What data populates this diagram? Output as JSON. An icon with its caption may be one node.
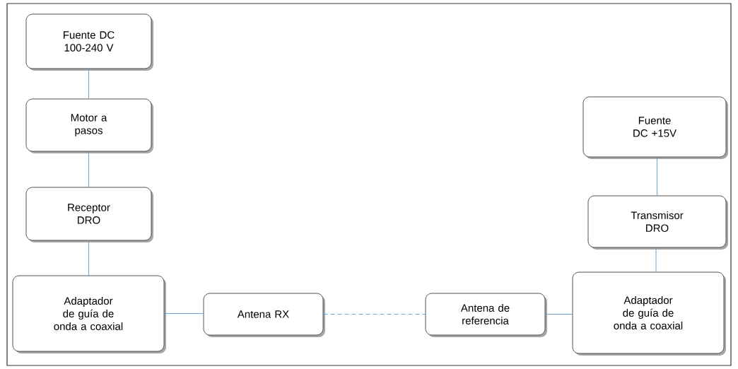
{
  "diagram": {
    "nodes": [
      {
        "text": [
          "Fuente DC 100-240 V"
        ]
      },
      {
        "text": [
          "Motor a pasos"
        ]
      },
      {
        "text": [
          "Receptor DRO"
        ]
      },
      {
        "text": [
          "Adaptador de guía de onda a coaxial"
        ]
      },
      {
        "text": [
          "Antena RX"
        ]
      },
      {
        "text": [
          "Antena de referencia"
        ]
      },
      {
        "text": [
          "Adaptador de guía de onda a coaxial"
        ]
      },
      {
        "text": [
          "Transmisor DRO"
        ]
      },
      {
        "text": [
          "Fuente DC +15V"
        ]
      }
    ],
    "edges": [
      {
        "from": 0,
        "to": 1,
        "arrow": "none"
      },
      {
        "from": 1,
        "to": 2,
        "arrow": "none"
      },
      {
        "from": 2,
        "to": 3,
        "arrow": "none"
      },
      {
        "from": 3,
        "to": 4,
        "arrow": "none"
      },
      {
        "from": 4,
        "to": 5,
        "arrow": "none",
        "style": "dashed"
      },
      {
        "from": 5,
        "to": 6,
        "arrow": "none"
      },
      {
        "from": 6,
        "to": 7,
        "arrow": "none"
      },
      {
        "from": 7,
        "to": 8,
        "arrow": "none"
      }
    ]
  }
}
